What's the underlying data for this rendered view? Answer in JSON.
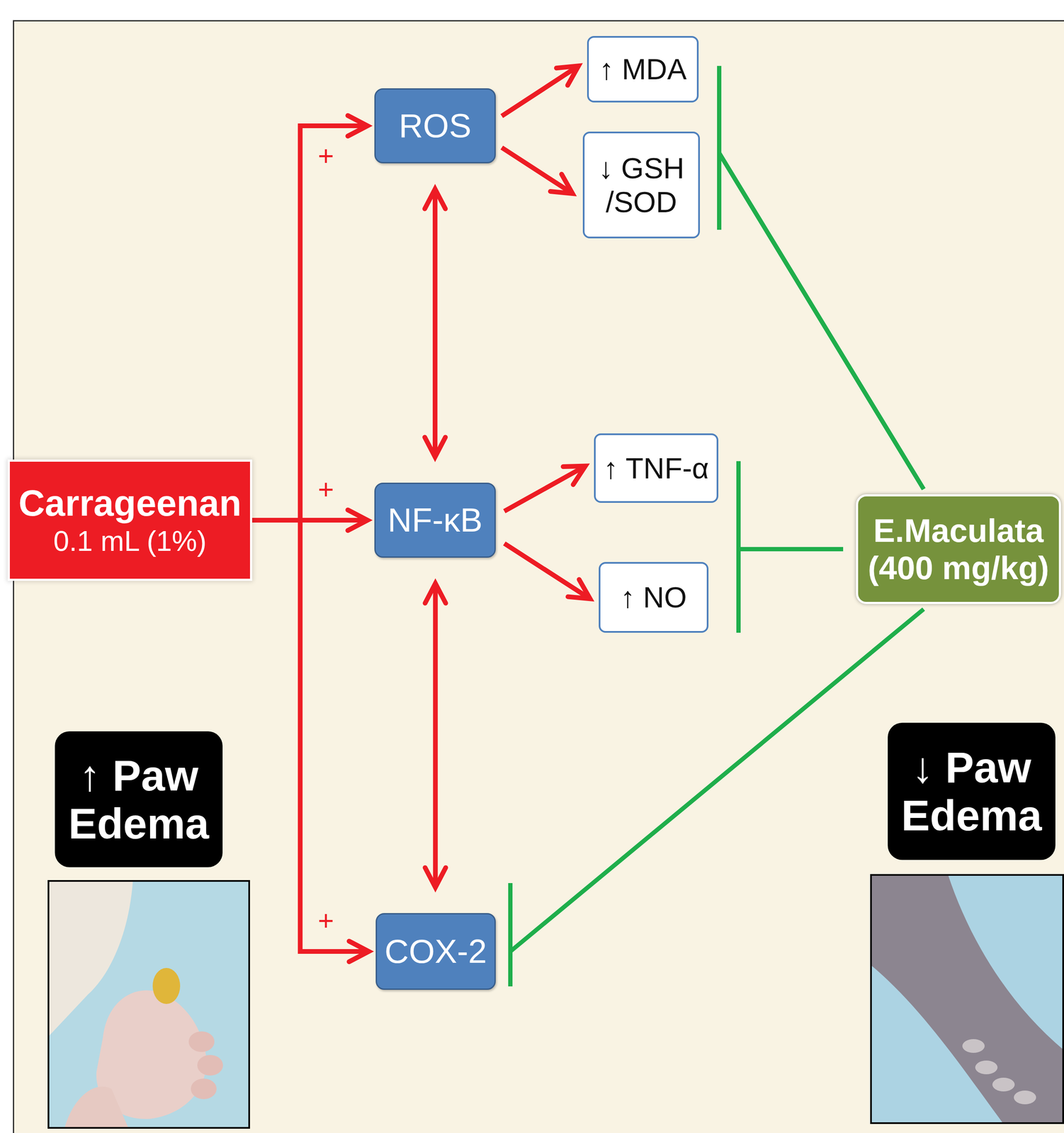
{
  "diagram": {
    "nodes": [
      {
        "text": [
          "Carrageenan",
          "0.1 mL (1%)"
        ]
      },
      {
        "text": [
          "ROS"
        ]
      },
      {
        "text": [
          "↑ MDA"
        ]
      },
      {
        "text": [
          "↓ GSH /SOD"
        ]
      },
      {
        "text": [
          "NF-κB"
        ]
      },
      {
        "text": [
          "↑ TNF-α"
        ]
      },
      {
        "text": [
          "↑ NO"
        ]
      },
      {
        "text": [
          "COX-2"
        ]
      },
      {
        "text": [
          "E.Maculata",
          "(400 mg/kg)"
        ]
      },
      {
        "text": [
          "↑ Paw Edema"
        ]
      },
      {
        "text": [
          "↓ Paw Edema"
        ]
      }
    ],
    "edges": [
      {
        "from": 0,
        "to": 1,
        "arrow": "to",
        "label": "+"
      },
      {
        "from": 0,
        "to": 4,
        "arrow": "to",
        "label": "+"
      },
      {
        "from": 0,
        "to": 7,
        "arrow": "to",
        "label": "+"
      },
      {
        "from": 1,
        "to": 4,
        "arrow": "both"
      },
      {
        "from": 4,
        "to": 7,
        "arrow": "both"
      },
      {
        "from": 1,
        "to": 2,
        "arrow": "to"
      },
      {
        "from": 1,
        "to": 3,
        "arrow": "to"
      },
      {
        "from": 4,
        "to": 5,
        "arrow": "to"
      },
      {
        "from": 4,
        "to": 6,
        "arrow": "to"
      },
      {
        "from": 8,
        "to": 2,
        "arrow": "to"
      },
      {
        "from": 8,
        "to": 3,
        "arrow": "to"
      },
      {
        "from": 8,
        "to": 5,
        "arrow": "to"
      },
      {
        "from": 8,
        "to": 6,
        "arrow": "to"
      },
      {
        "from": 8,
        "to": 7,
        "arrow": "to"
      }
    ]
  }
}
